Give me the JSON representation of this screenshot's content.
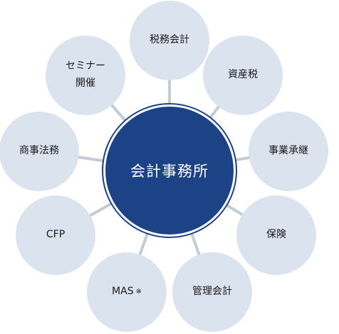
{
  "center": {
    "label": "会計事務所"
  },
  "nodes": [
    {
      "id": "tax-services",
      "label": "税務会計"
    },
    {
      "id": "asset-tax",
      "label": "資産税"
    },
    {
      "id": "business-succession",
      "label": "事業承継"
    },
    {
      "id": "insurance",
      "label": "保険"
    },
    {
      "id": "management-accounting",
      "label": "管理会計"
    },
    {
      "id": "mas",
      "label": "MAS",
      "note": "※"
    },
    {
      "id": "cfp",
      "label": "CFP"
    },
    {
      "id": "commercial-law",
      "label": "商事法務"
    },
    {
      "id": "seminar",
      "label": "セミナー\n開催"
    }
  ],
  "colors": {
    "center": "#1d4387",
    "node": "#dbe3ee",
    "connector": "#c4cbd6"
  }
}
